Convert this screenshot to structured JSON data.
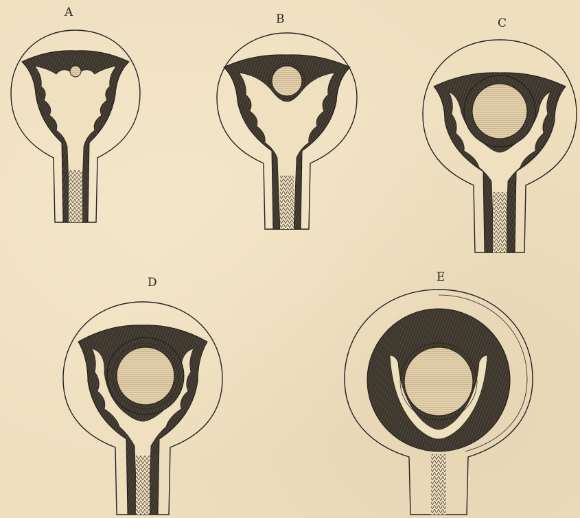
{
  "plate": {
    "figures": [
      {
        "id": "A",
        "label": "A"
      },
      {
        "id": "B",
        "label": "B"
      },
      {
        "id": "C",
        "label": "C"
      },
      {
        "id": "D",
        "label": "D"
      },
      {
        "id": "E",
        "label": "E"
      }
    ]
  }
}
